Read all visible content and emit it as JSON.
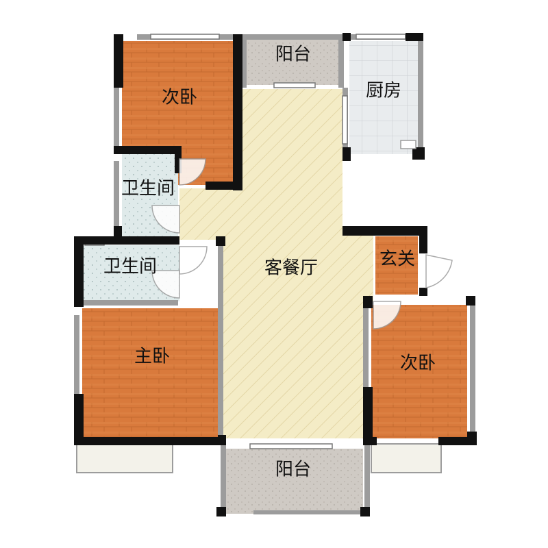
{
  "rooms": {
    "bedroom_second_top": "次卧",
    "balcony_top": "阳台",
    "kitchen": "厨房",
    "bathroom_upper": "卫生间",
    "bathroom_lower": "卫生间",
    "living_dining": "客餐厅",
    "entrance": "玄关",
    "bedroom_master": "主卧",
    "bedroom_second_right": "次卧",
    "balcony_bottom": "阳台"
  },
  "colors": {
    "wood_floor": "#d97a3c",
    "living_floor": "#f4ecc6",
    "balcony_floor": "#cfcac4",
    "kitchen_tile": "#e9ecee",
    "bath_tile": "#dfeaea",
    "wall": "#111111",
    "wall_gray": "#9c9c9c"
  }
}
